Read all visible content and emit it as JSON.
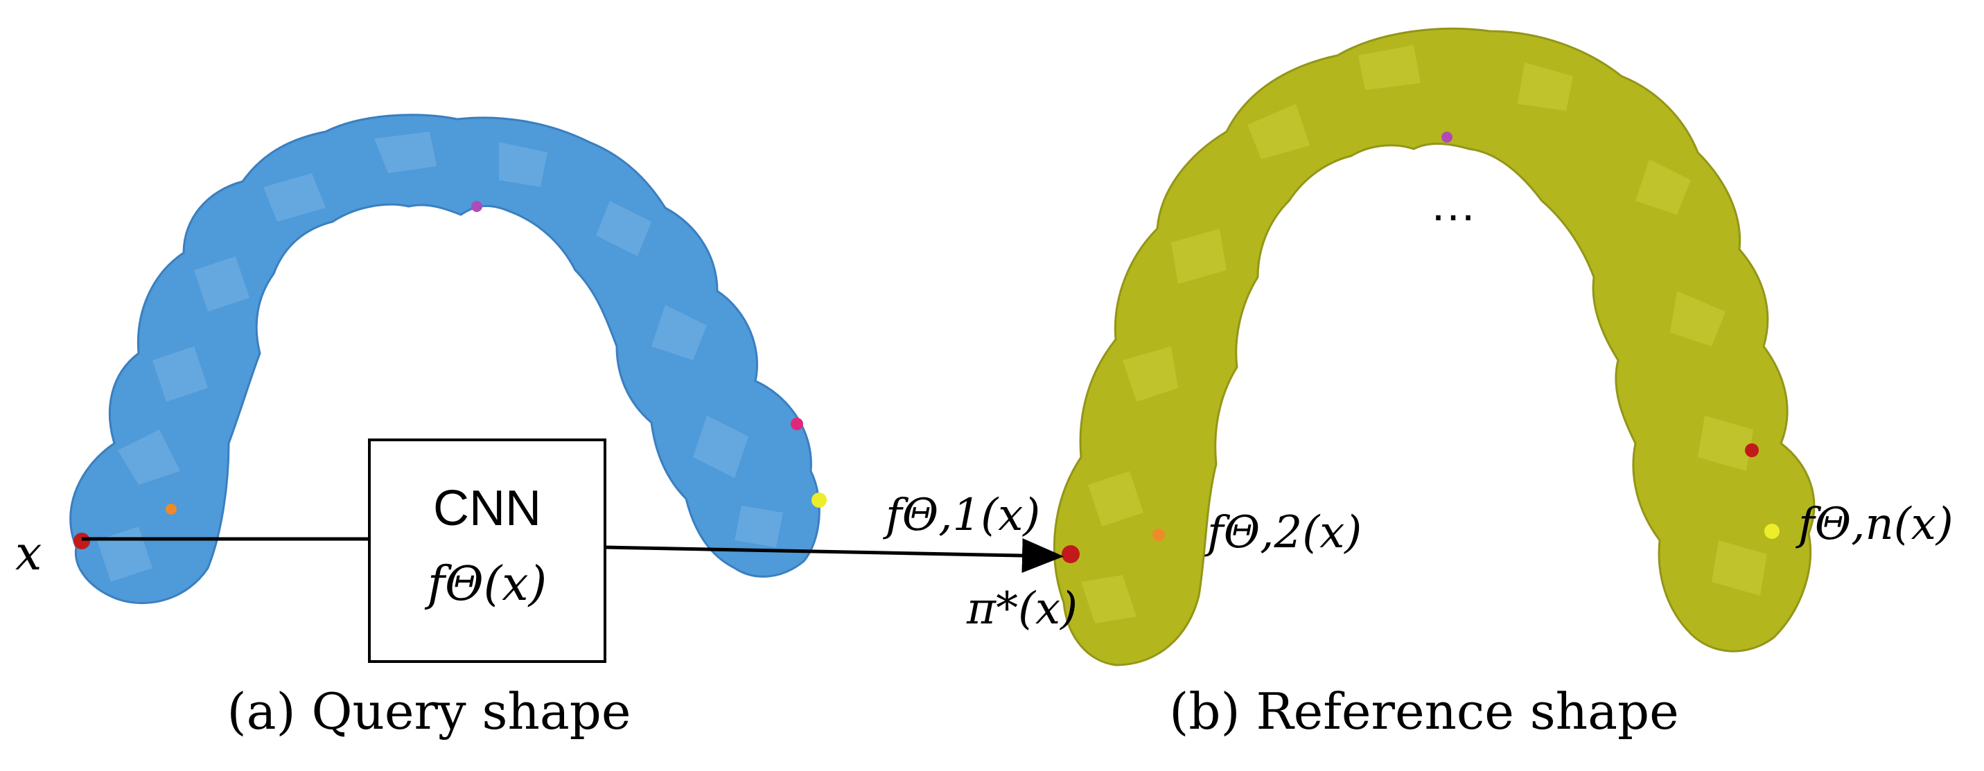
{
  "colors": {
    "query_shape": "#4f9ad8",
    "query_shape_dark": "#3a7fc0",
    "query_shape_light": "#78b4e6",
    "reference_shape": "#b4b61e",
    "reference_shape_dark": "#939617",
    "reference_shape_light": "#cdd03a",
    "point_red": "#c21a1a",
    "point_orange": "#ee8a2a",
    "point_yellow": "#eded2a",
    "point_pink": "#e0287a",
    "point_magenta": "#b04ab8",
    "arrow": "#000000",
    "box_border": "#000000"
  },
  "labels": {
    "query_point": "x",
    "cnn_title": "CNN",
    "cnn_func": "fΘ(x)",
    "f1": "fΘ,1(x)",
    "f2": "fΘ,2(x)",
    "fn": "fΘ,n(x)",
    "pi": "π*(x)",
    "ellipsis": "…",
    "caption_a": "(a) Query shape",
    "caption_b": "(b) Reference shape"
  }
}
